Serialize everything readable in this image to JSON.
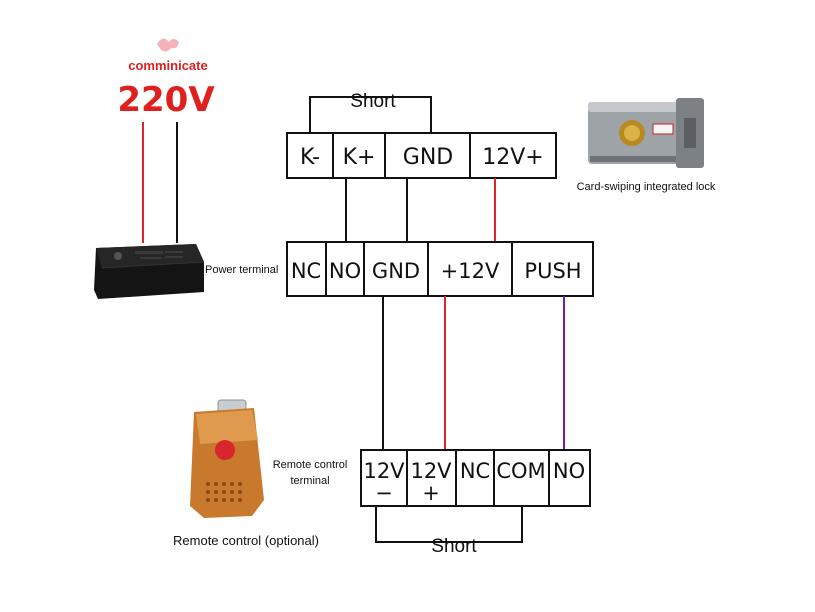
{
  "power": {
    "word": "comminicate",
    "voltage": "220V",
    "label": "Power terminal"
  },
  "lock": {
    "label": "Card-swiping integrated lock",
    "short_label": "Short",
    "terminals": [
      "K-",
      "K+",
      "GND",
      "12V+"
    ]
  },
  "power_box": {
    "terminals": [
      "NC",
      "NO",
      "GND",
      "+12V",
      "PUSH"
    ]
  },
  "remote": {
    "terminal_label_line1": "Remote control",
    "terminal_label_line2": "terminal",
    "device_label": "Remote control (optional)",
    "short_label": "Short",
    "terminals_top": [
      "12V",
      "12V",
      "NC",
      "COM",
      "NO"
    ],
    "terminals_bottom": [
      "−",
      "+",
      "",
      "",
      ""
    ]
  },
  "colors": {
    "red_wire": "#d9262a",
    "purple_wire": "#6a1fb0",
    "black_wire": "#111111",
    "voltage_red": "#e0201e"
  }
}
